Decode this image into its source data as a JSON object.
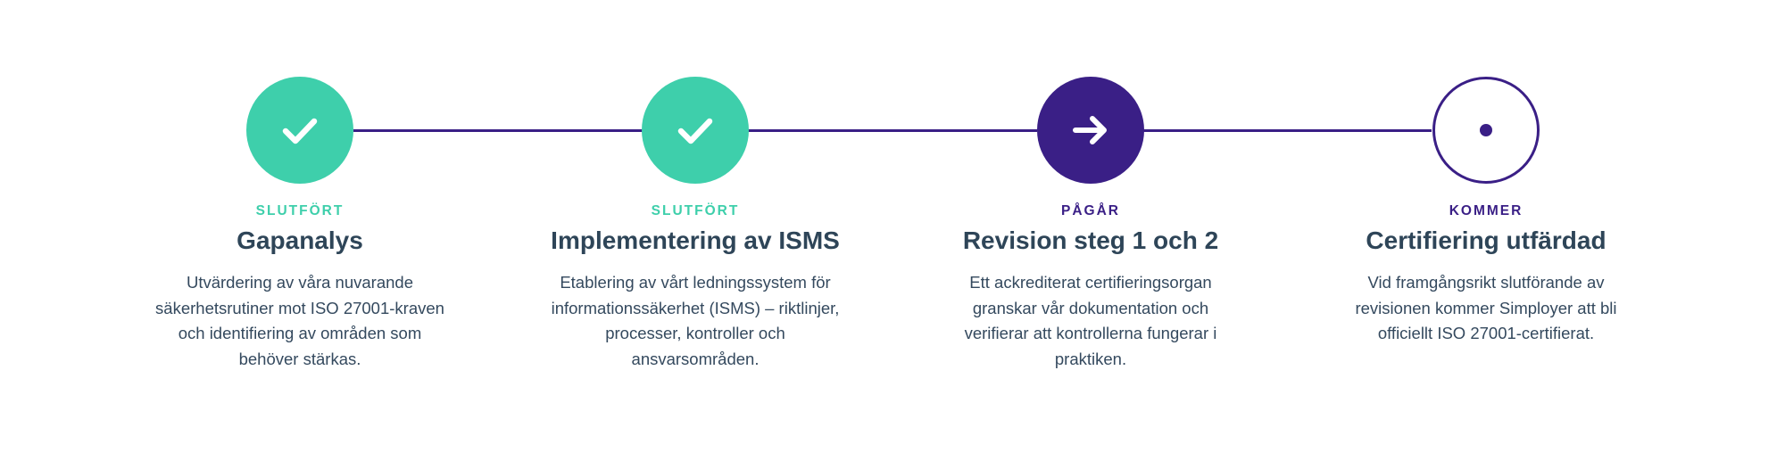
{
  "colors": {
    "completed": "#3ecfab",
    "active": "#3a1f86",
    "heading": "#2e4558",
    "body_text": "#34495e",
    "connector": "#3a1f86"
  },
  "steps": [
    {
      "status": "SLUTFÖRT",
      "state": "completed",
      "icon": "check-icon",
      "title": "Gapanalys",
      "description": "Utvärdering av våra nuvarande säkerhetsrutiner mot ISO 27001-kraven och identifiering av områden som behöver stärkas."
    },
    {
      "status": "SLUTFÖRT",
      "state": "completed",
      "icon": "check-icon",
      "title": "Implementering av ISMS",
      "description": "Etablering av vårt ledningssystem för informationssäkerhet (ISMS) – riktlinjer, processer, kontroller och ansvarsområden."
    },
    {
      "status": "PÅGÅR",
      "state": "in-progress",
      "icon": "arrow-right-icon",
      "title": "Revision steg 1 och 2",
      "description": "Ett ackrediterat certifieringsorgan granskar vår dokumentation och verifierar att kontrollerna fungerar i praktiken."
    },
    {
      "status": "KOMMER",
      "state": "upcoming",
      "icon": "dot-icon",
      "title": "Certifiering utfärdad",
      "description": "Vid framgångsrikt slutförande av revisionen kommer Simployer att bli officiellt ISO 27001-certifierat."
    }
  ]
}
